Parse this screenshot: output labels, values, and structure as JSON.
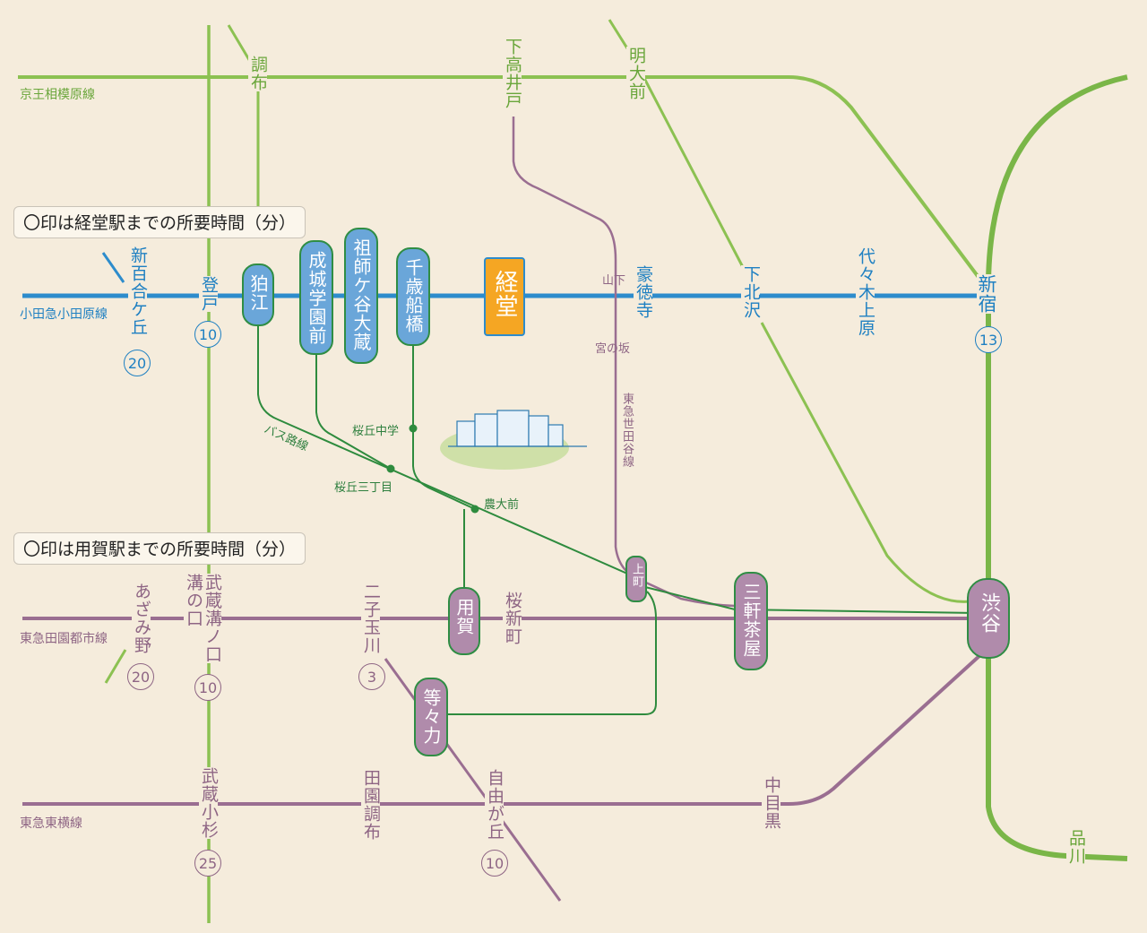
{
  "colors": {
    "background": "#f5ecdc",
    "keio_line": "#8cc152",
    "odakyu_line": "#2d8ccc",
    "tokyu_line": "#9a6e91",
    "setagaya_line": "#9a6e91",
    "bus_route": "#2e8b3e",
    "jr_line": "#7ab648",
    "kyodo_station": "#f5a623"
  },
  "legends": {
    "kyodo": "〇印は経堂駅までの所要時間（分）",
    "yoga": "〇印は用賀駅までの所要時間（分）"
  },
  "lines": {
    "keio_sagamihara": "京王相模原線",
    "odakyu_odawara": "小田急小田原線",
    "tokyu_denentoshi": "東急田園都市線",
    "tokyu_toyoko": "東急東横線",
    "tokyu_setagaya": "東急世田谷線",
    "bus_route": "バス路線"
  },
  "stations": {
    "chofu": "調布",
    "shimotakaido": "下高井戸",
    "meidaimae": "明大前",
    "shinyurigaoka": "新百合ケ丘",
    "shinyurigaoka_time": "20",
    "noborito": "登戸",
    "noborito_time": "10",
    "komae": "狛江",
    "seijogakuenmae": "成城学園前",
    "soshigaya_okura": "祖師ケ谷大蔵",
    "chitose_funabashi": "千歳船橋",
    "kyodo": "経堂",
    "yamashita": "山下",
    "miyanosaka": "宮の坂",
    "gotokuji": "豪徳寺",
    "shimokitazawa": "下北沢",
    "yoyogi_uehara": "代々木上原",
    "shinjuku": "新宿",
    "shinjuku_time": "13",
    "sakuragaoka_junior_high": "桜丘中学",
    "sakuragaoka_3chome": "桜丘三丁目",
    "nodaimae": "農大前",
    "kamimachi": "上町",
    "sangenjaya": "三軒茶屋",
    "shibuya": "渋谷",
    "azamino": "あざみ野",
    "azamino_time": "20",
    "mizonokuchi": "武蔵溝ノ口",
    "mizonokuchi_alt": "溝の口",
    "mizonokuchi_time": "10",
    "futakotamagawa": "二子玉川",
    "futakotamagawa_time": "3",
    "yoga": "用賀",
    "sakurashinmachi": "桜新町",
    "todoroki": "等々力",
    "musashikosugi": "武蔵小杉",
    "musashikosugi_time": "25",
    "denenchofu": "田園調布",
    "jiyugaoka": "自由が丘",
    "jiyugaoka_time": "10",
    "nakameguro": "中目黒",
    "shinagawa": "品川"
  }
}
